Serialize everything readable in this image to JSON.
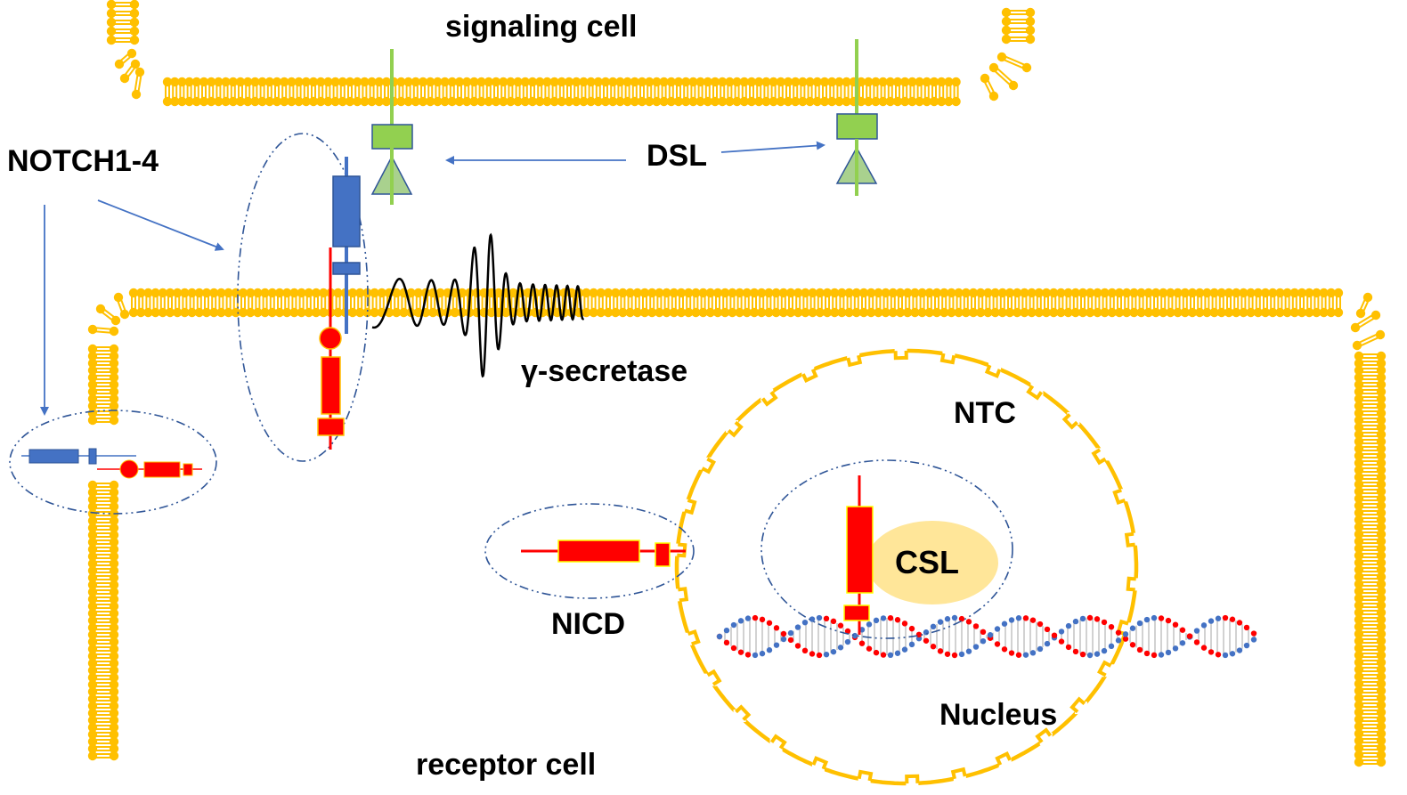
{
  "title": "Notch signaling pathway",
  "labels": {
    "signaling_cell": "signaling cell",
    "receptor_cell": "receptor cell",
    "notch": "NOTCH1-4",
    "dsl": "DSL",
    "gamma_secretase": "γ-secretase",
    "ntc": "NTC",
    "csl": "CSL",
    "nicd": "NICD",
    "nucleus": "Nucleus"
  },
  "colors": {
    "membrane": "#FFC000",
    "notch_extracellular": "#4472C4",
    "notch_intracellular": "#FF0000",
    "ligand_body": "#92D050",
    "ligand_triangle": "#A9D18E",
    "ligand_outline": "#2F5597",
    "csl_fill": "#FFE699",
    "arrow": "#4472C4",
    "dashed_ellipse": "#2F5597",
    "dna_strand_a": "#FF0000",
    "dna_strand_b": "#4472C4",
    "dna_rungs": "#BFBFBF",
    "secretase_line": "#000000"
  }
}
